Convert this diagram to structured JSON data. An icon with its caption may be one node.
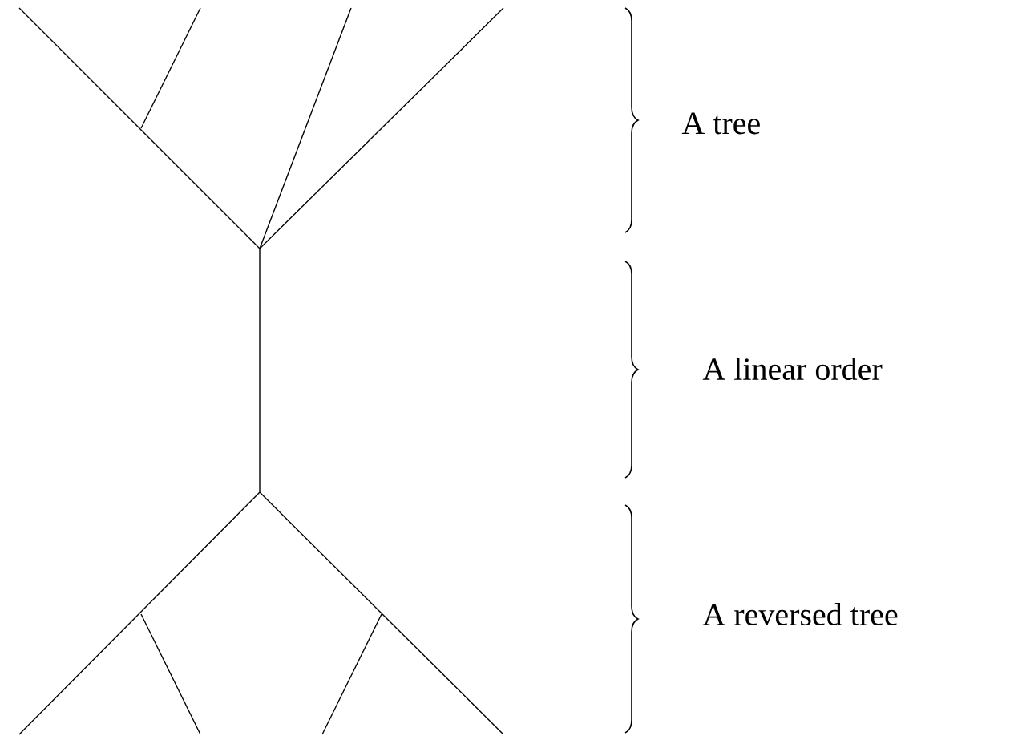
{
  "diagram": {
    "labels": [
      "A tree",
      "A linear order",
      "A reversed tree"
    ]
  }
}
